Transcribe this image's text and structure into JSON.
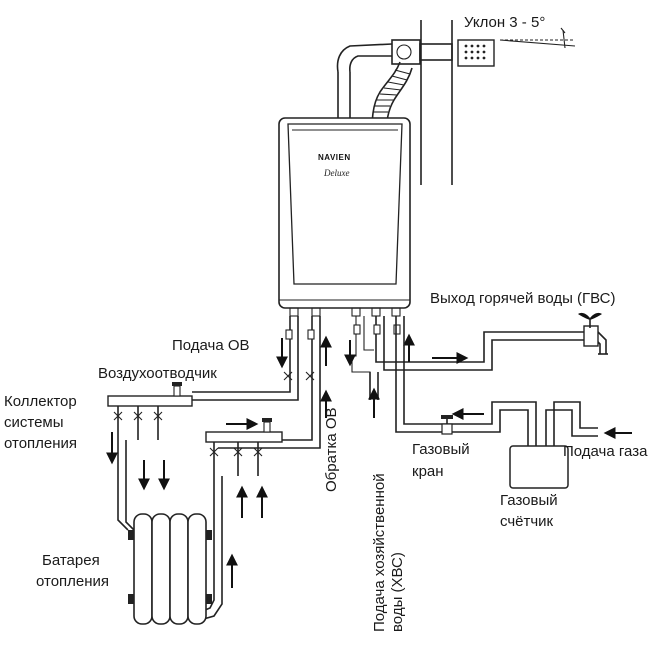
{
  "slope_label": "Уклон 3 - 5°",
  "boiler": {
    "brand": "NAVIEN",
    "model": "Deluxe"
  },
  "labels": {
    "hot_water_outlet": "Выход горячей воды (ГВС)",
    "supply_ov": "Подача ОВ",
    "air_vent": "Воздухоотводчик",
    "collector_line1": "Коллектор",
    "collector_line2": "системы",
    "collector_line3": "отопления",
    "return_ov": "Обратка ОВ",
    "dhw_supply_line1": "Подача хозяйственной",
    "dhw_supply_line2": "воды (ХВС)",
    "gas_valve_line1": "Газовый",
    "gas_valve_line2": "кран",
    "gas_supply": "Подача газа",
    "gas_meter_line1": "Газовый",
    "gas_meter_line2": "счётчик",
    "radiator_line1": "Батарея",
    "radiator_line2": "отопления"
  },
  "icons": [
    "arrow-icon",
    "faucet-icon",
    "air-vent-icon",
    "valve-icon",
    "flue-terminal-icon"
  ]
}
